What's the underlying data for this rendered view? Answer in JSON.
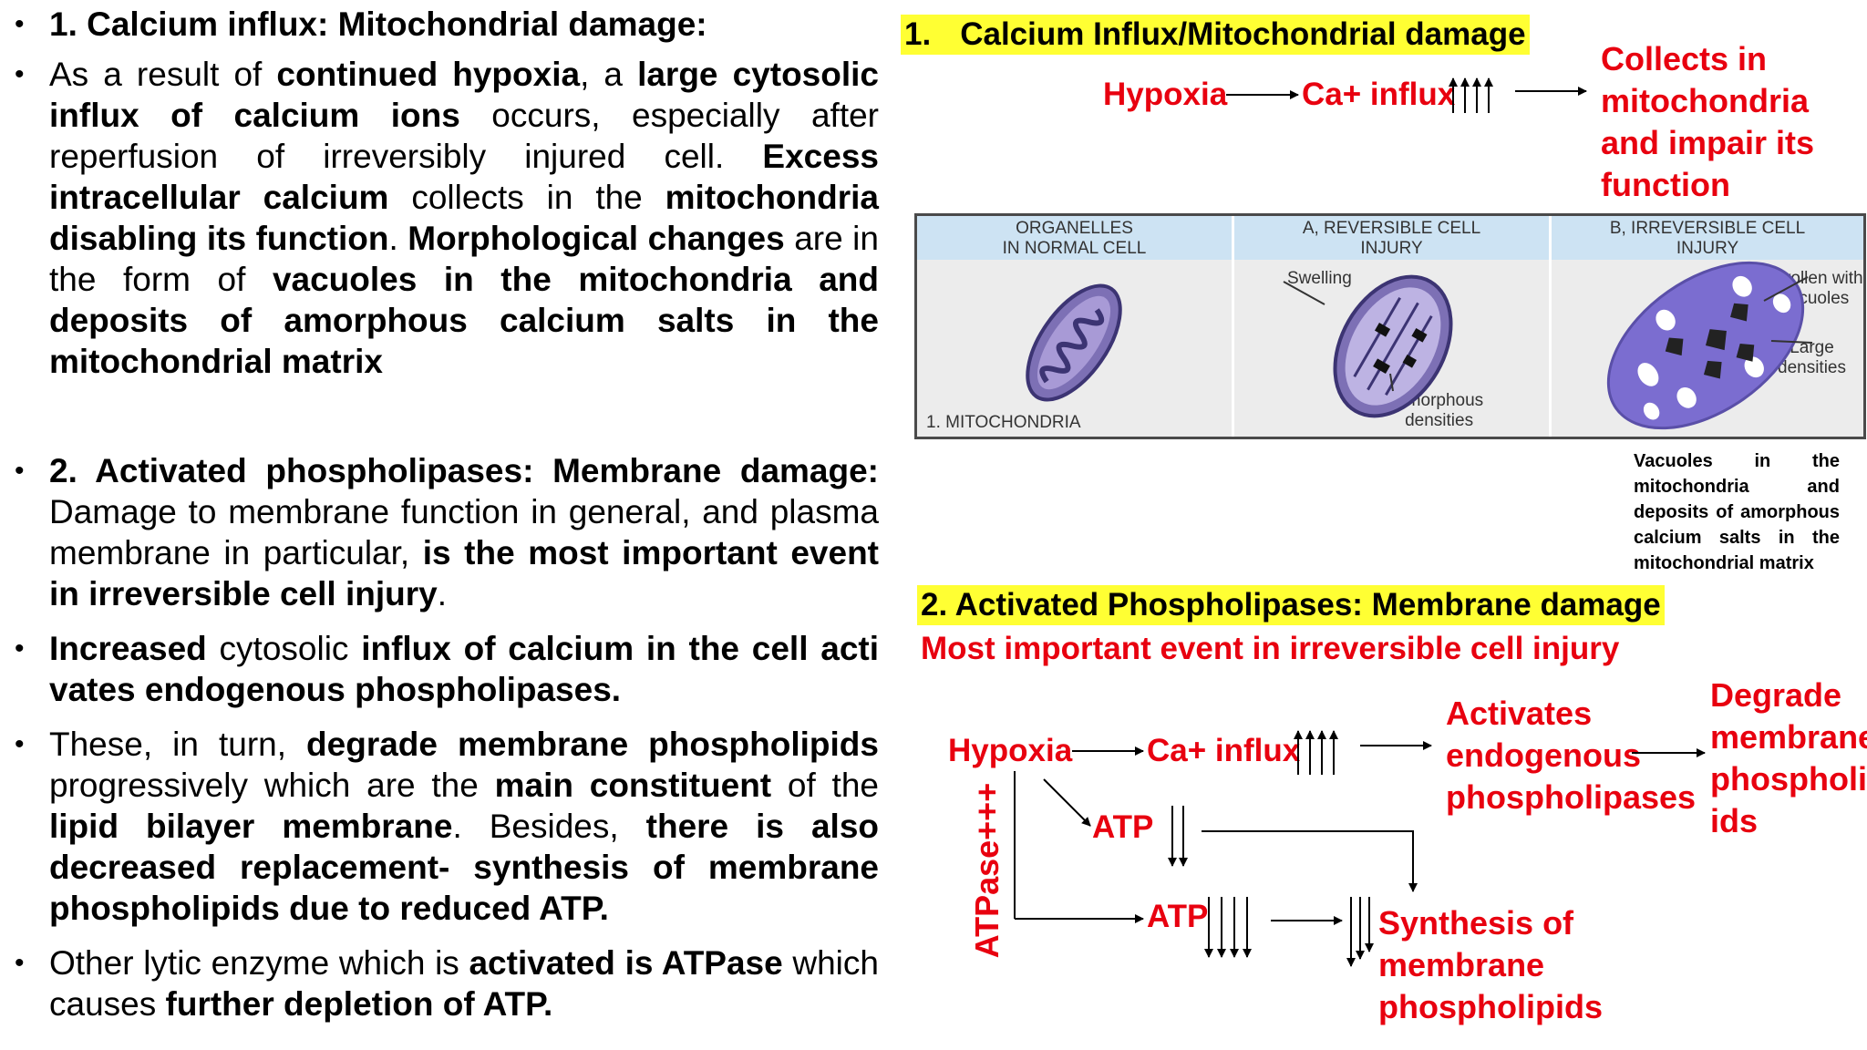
{
  "left": {
    "b1_title": "1. Calcium influx: Mitochondrial damage:",
    "b2": {
      "p1": "As a result of ",
      "s1": "continued hypoxia",
      "p2": ", a ",
      "s2": "large cytosolic influx of calcium ions",
      "p3": " occurs, especially after reperfusion of irreversibly injured cell. ",
      "s3": "Excess intracellular calcium",
      "p4": " collects in the ",
      "s4": "mitochondria disabling its function",
      "p5": ". ",
      "s5": "Morphological changes",
      "p6": " are in the form of ",
      "s6": "vacuoles in the mitochondria and deposits of amorphous calcium salts in the mitochondrial matrix"
    },
    "b3": {
      "s1": "2. Activated phospholipases: Membrane damage:",
      "p1": " Damage to membrane function in general, and plasma membrane in particular, ",
      "s2": "is the most important event in irreversible cell injury",
      "p2": "."
    },
    "b4": {
      "s1": "Increased",
      "p1": " cytosolic ",
      "s2": "influx of calcium in the cell acti vates endogenous phospholipases."
    },
    "b5": {
      "p1": "These, in turn, ",
      "s1": "degrade membrane phospholipids",
      "p2": " progressively which are the ",
      "s2": "main constituent",
      "p3": " of the ",
      "s3": "lipid bilayer membrane",
      "p4": ". Besides, ",
      "s4": "there is also decreased replacement- synthesis of membrane phospholipids due to reduced ATP."
    },
    "b6": {
      "p1": "Other lytic enzyme which is ",
      "s1": "activated is ATPase",
      "p2": " which causes ",
      "s2": "further depletion of ATP."
    }
  },
  "right": {
    "heading1_num": "1.",
    "heading1": "Calcium Influx/Mitochondrial damage",
    "d1_hypoxia": "Hypoxia",
    "d1_ca": "Ca+ influx",
    "d1_collects": [
      "Collects in",
      "mitochondria",
      "and impair its",
      "function"
    ],
    "panel": {
      "col1_head": [
        "ORGANELLES",
        "IN NORMAL CELL"
      ],
      "col2_head": [
        "A, REVERSIBLE CELL",
        "INJURY"
      ],
      "col3_head": [
        "B, IRREVERSIBLE CELL",
        "INJURY"
      ],
      "mito_label": "1. MITOCHONDRIA",
      "swelling": "Swelling",
      "amorphous": [
        "Amorphous",
        "densities"
      ],
      "swollen": [
        "Swollen with",
        "vacuoles"
      ],
      "large": [
        "Large",
        "densities"
      ]
    },
    "caption": "Vacuoles in the mitochondria and deposits of amorphous calcium salts in the mitochondrial matrix",
    "heading2": "2. Activated Phospholipases: Membrane damage",
    "subhead2": "Most important event in irreversible cell injury",
    "d2_hypoxia": "Hypoxia",
    "d2_ca": "Ca+ influx",
    "d2_activates": [
      "Activates",
      "endogenous",
      "phospholipases"
    ],
    "d2_degrade": [
      "Degrade",
      "membrane",
      "phospholip",
      "ids"
    ],
    "d2_atp1": "ATP",
    "d2_atp2": "ATP",
    "d2_atpase": "ATPase+++",
    "d2_synthesis": [
      "Synthesis of",
      "membrane",
      "phospholipids"
    ]
  }
}
